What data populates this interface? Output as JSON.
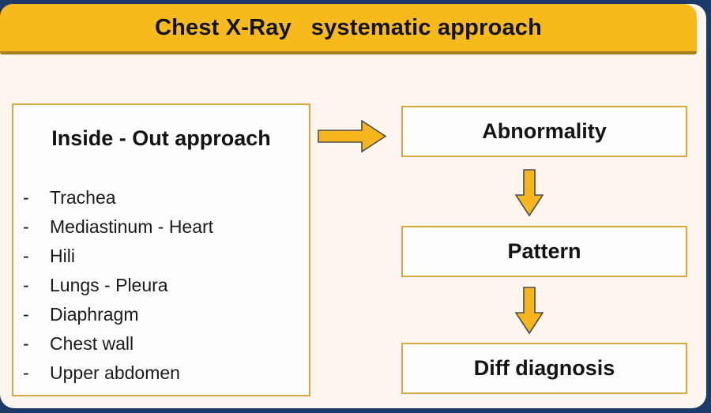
{
  "header": {
    "title": "Chest X-Ray   systematic approach"
  },
  "left_panel": {
    "title": "Inside - Out approach",
    "bullet": "-",
    "items": [
      "Trachea",
      "Mediastinum - Heart",
      "Hili",
      "Lungs - Pleura",
      "Diaphragm",
      "Chest wall",
      "Upper abdomen"
    ]
  },
  "flow": {
    "steps": [
      {
        "label": "Abnormality"
      },
      {
        "label": "Pattern"
      },
      {
        "label": "Diff diagnosis"
      }
    ]
  },
  "colors": {
    "background_navy": "#1b3a68",
    "card_offwhite": "#fdf6ef",
    "header_yellow": "#f7ba1d",
    "header_underline_gold": "#a5801b",
    "box_border_gold": "#d9a93f",
    "arrow_fill_yellow": "#f7b61e",
    "arrow_outline_gray": "#4d4d4d",
    "text_black": "#131313"
  }
}
